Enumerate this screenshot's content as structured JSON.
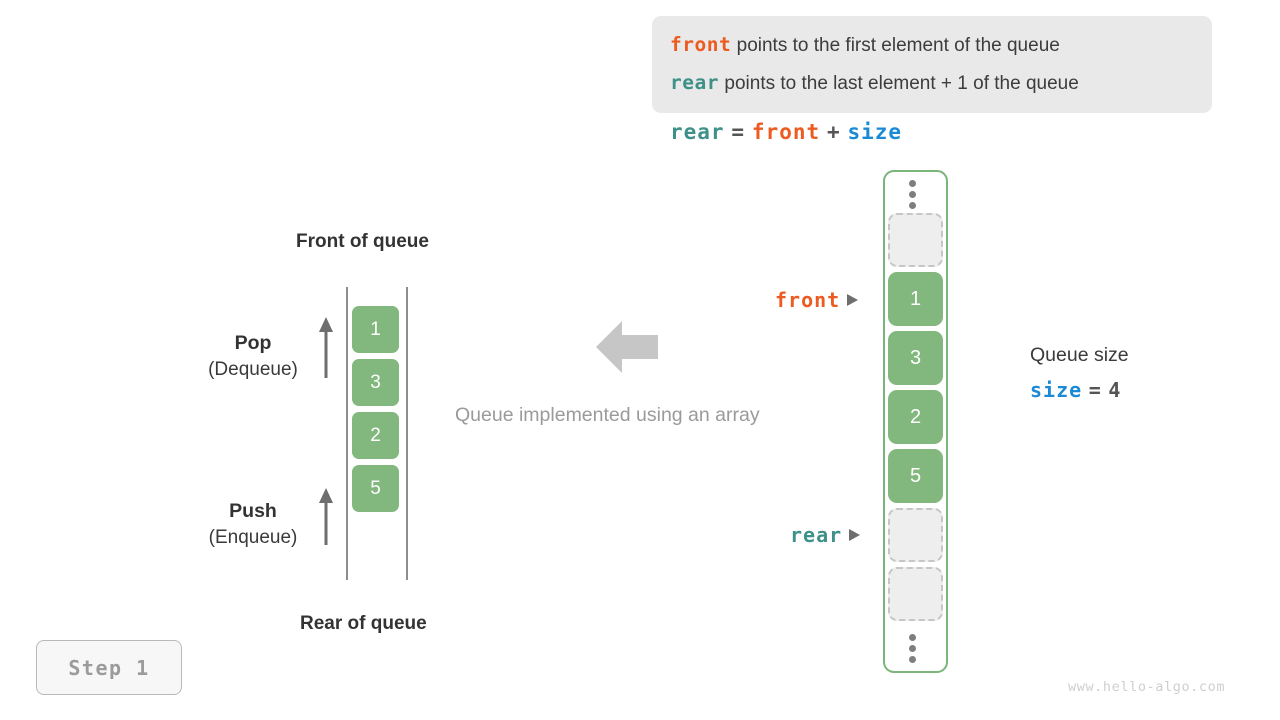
{
  "info_box": {
    "lines": [
      {
        "keyword": "front",
        "keyword_color": "#ec5b21",
        "text": "points to the first element of the queue"
      },
      {
        "keyword": "rear",
        "keyword_color": "#3e9188",
        "text": "points to the last element + 1 of the queue"
      }
    ]
  },
  "formula": {
    "lhs": "rear",
    "equals": "=",
    "rhs_a": "front",
    "plus": "+",
    "rhs_b": "size"
  },
  "left_queue": {
    "top_label": "Front of queue",
    "bottom_label": "Rear of queue",
    "cells": [
      "1",
      "3",
      "2",
      "5"
    ],
    "pop": {
      "title": "Pop",
      "subtitle": "(Dequeue)"
    },
    "push": {
      "title": "Push",
      "subtitle": "(Enqueue)"
    }
  },
  "center": {
    "caption": "Queue implemented using an array",
    "arrow_color": "#c6c6c6"
  },
  "array": {
    "ellipsis_top": "vertical-ellipsis",
    "ellipsis_bottom": "vertical-ellipsis",
    "cells": [
      {
        "value": "",
        "state": "empty"
      },
      {
        "value": "1",
        "state": "filled"
      },
      {
        "value": "3",
        "state": "filled"
      },
      {
        "value": "2",
        "state": "filled"
      },
      {
        "value": "5",
        "state": "filled"
      },
      {
        "value": "",
        "state": "empty"
      },
      {
        "value": "",
        "state": "empty"
      }
    ],
    "border_color": "#7ab57a",
    "fill_color": "#82b77e"
  },
  "pointers": {
    "front": {
      "label": "front",
      "color": "#ec5b21"
    },
    "rear": {
      "label": "rear",
      "color": "#3e9188"
    }
  },
  "size_panel": {
    "title": "Queue size",
    "name": "size",
    "equals": "=",
    "value": "4",
    "name_color": "#1a8ad6"
  },
  "step_badge": {
    "label": "Step 1"
  },
  "watermark": {
    "text": "www.hello-algo.com"
  }
}
